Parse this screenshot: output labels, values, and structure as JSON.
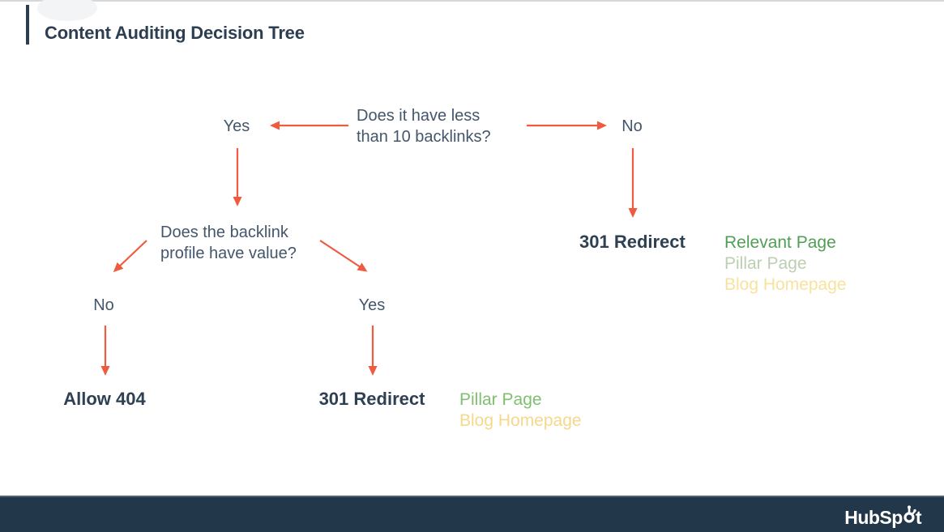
{
  "header": {
    "title": "Content Auditing Decision Tree"
  },
  "colors": {
    "accent_orange": "#ee5b3f",
    "title_navy": "#2c3e50",
    "body_text": "#44566a",
    "green_strong": "#519e55",
    "green_light": "#7fc06e",
    "green_pale": "#bccfb2",
    "yellow_light": "#f6d88c",
    "yellow_pale": "#f7e29e",
    "footer_navy": "#22374a"
  },
  "diagram": {
    "root_question": {
      "line1": "Does it have less",
      "line2": "than 10 backlinks?"
    },
    "root_yes_label": "Yes",
    "root_no_label": "No",
    "backlink_question": {
      "line1": "Does the backlink",
      "line2": "profile have value?"
    },
    "value_no_label": "No",
    "value_yes_label": "Yes",
    "allow_404_result": "Allow 404",
    "redirect_yes_result": "301 Redirect",
    "redirect_yes_targets": {
      "pillar": "Pillar Page",
      "blog": "Blog Homepage"
    },
    "redirect_no_result": "301 Redirect",
    "redirect_no_targets": {
      "relevant": "Relevant Page",
      "pillar": "Pillar Page",
      "blog": "Blog Homepage"
    }
  },
  "footer": {
    "brand": "HubSpot",
    "brand_prefix": "HubSp",
    "brand_suffix": "t"
  }
}
